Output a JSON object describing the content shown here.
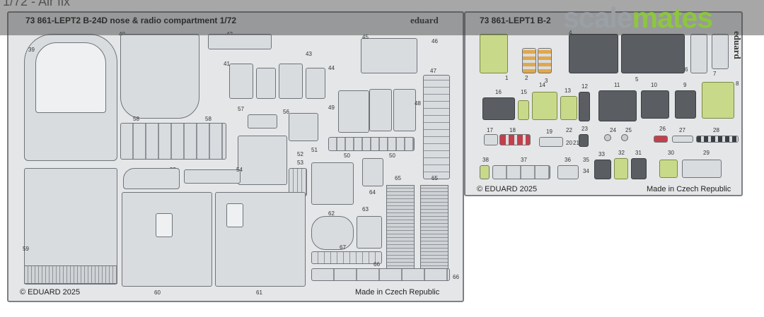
{
  "header": {
    "breadcrumb": "1/72 - Air fix"
  },
  "watermark": {
    "part1": "scale",
    "part2": "mates",
    "colors": {
      "scale": "#9aa0a6",
      "mates": "#8dc63f"
    }
  },
  "fret_left": {
    "title": "73 861-LEPT2  B-24D nose & radio compartment  1/72",
    "brand": "eduard",
    "copyright": "© EDUARD 2025",
    "origin": "Made in Czech Republic",
    "part_numbers": [
      "39",
      "40",
      "41",
      "42",
      "43",
      "44",
      "45",
      "46",
      "47",
      "48",
      "49",
      "50",
      "51",
      "52",
      "53",
      "54",
      "55",
      "56",
      "57",
      "58",
      "59",
      "60",
      "61",
      "62",
      "63",
      "64",
      "65",
      "66",
      "67"
    ]
  },
  "fret_right": {
    "title": "73 861-LEPT1  B-2",
    "brand": "eduard",
    "copyright": "© EDUARD 2025",
    "origin": "Made in Czech Republic",
    "part_numbers": [
      "1",
      "2",
      "3",
      "4",
      "5",
      "6",
      "7",
      "8",
      "9",
      "10",
      "11",
      "12",
      "13",
      "14",
      "15",
      "16",
      "17",
      "18",
      "19",
      "20",
      "21",
      "22",
      "23",
      "24",
      "25",
      "26",
      "27",
      "28",
      "29",
      "30",
      "31",
      "32",
      "33",
      "34",
      "35",
      "36",
      "37",
      "38"
    ]
  },
  "labels": {
    "n39": "39",
    "n40": "40",
    "n41": "41",
    "n42": "42",
    "n43": "43",
    "n44": "44",
    "n45": "45",
    "n46": "46",
    "n47": "47",
    "n48": "48",
    "n49": "49",
    "n50": "50",
    "n51": "51",
    "n52": "52",
    "n53": "53",
    "n54": "54",
    "n55": "55",
    "n56": "56",
    "n57": "57",
    "n58": "58",
    "n59": "59",
    "n60": "60",
    "n61": "61",
    "n62": "62",
    "n63": "63",
    "n64": "64",
    "n65": "65",
    "n66": "66",
    "n67": "67",
    "r1": "1",
    "r2": "2",
    "r3": "3",
    "r4": "4",
    "r5": "5",
    "r6": "6",
    "r7": "7",
    "r8": "8",
    "r9": "9",
    "r10": "10",
    "r11": "11",
    "r12": "12",
    "r13": "13",
    "r14": "14",
    "r15": "15",
    "r16": "16",
    "r17": "17",
    "r18": "18",
    "r19": "19",
    "r20": "20",
    "r21": "21",
    "r22": "22",
    "r23": "23",
    "r24": "24",
    "r25": "25",
    "r26": "26",
    "r27": "27",
    "r28": "28",
    "r29": "29",
    "r30": "30",
    "r31": "31",
    "r32": "32",
    "r33": "33",
    "r34": "34",
    "r35": "35",
    "r36": "36",
    "r37": "37",
    "r38": "38"
  }
}
